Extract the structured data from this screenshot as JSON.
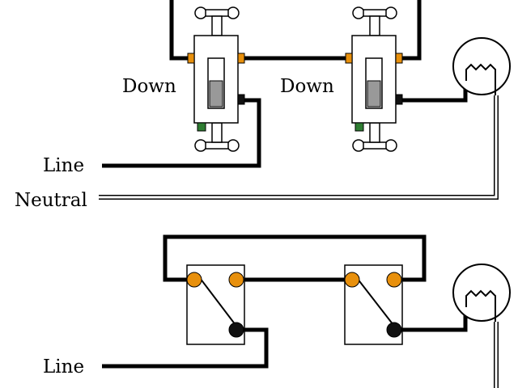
{
  "top_diagram": {
    "switch_1_label": "Down",
    "switch_2_label": "Down",
    "line_label": "Line",
    "neutral_label": "Neutral"
  },
  "bottom_diagram": {
    "line_label": "Line"
  },
  "colors": {
    "hot_wire": "#000000",
    "neutral_wire": "#ffffff",
    "traveler_terminal": "#e8900c",
    "common_terminal": "#111111",
    "ground_terminal": "#2e7d32",
    "toggle_lever": "#999999"
  }
}
